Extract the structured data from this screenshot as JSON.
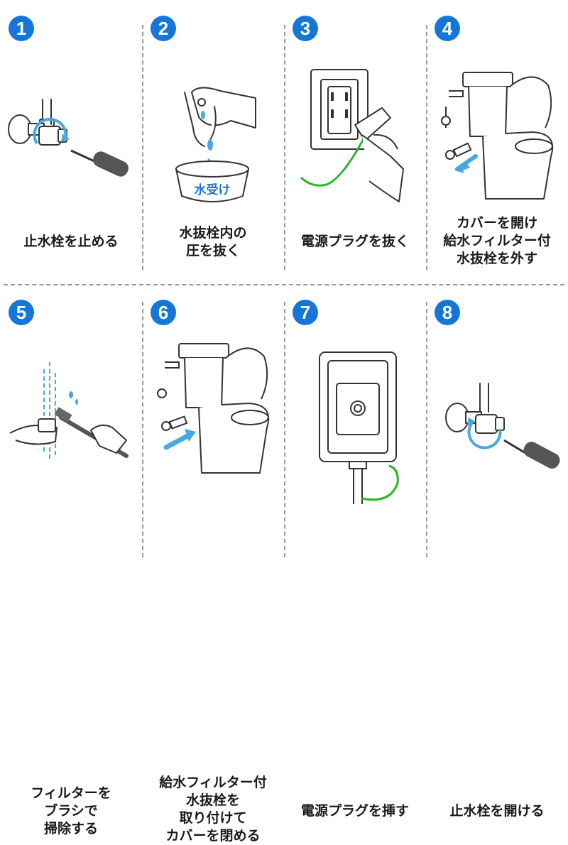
{
  "colors": {
    "accent": "#1576d8",
    "water": "#4aa8e0",
    "wire": "#2bb52b",
    "line": "#333333"
  },
  "steps": [
    {
      "number": "1",
      "caption_lines": [
        "止水栓を止める"
      ]
    },
    {
      "number": "2",
      "caption_lines": [
        "水抜栓内の",
        "圧を抜く"
      ],
      "bowl_label": "水受け"
    },
    {
      "number": "3",
      "caption_lines": [
        "電源プラグを抜く"
      ]
    },
    {
      "number": "4",
      "caption_lines": [
        "カバーを開け",
        "給水フィルター付",
        "水抜栓を外す"
      ]
    },
    {
      "number": "5",
      "caption_lines": [
        "フィルターを",
        "ブラシで",
        "掃除する"
      ]
    },
    {
      "number": "6",
      "caption_lines": [
        "給水フィルター付",
        "水抜栓を",
        "取り付けて",
        "カバーを閉める"
      ]
    },
    {
      "number": "7",
      "caption_lines": [
        "電源プラグを挿す"
      ]
    },
    {
      "number": "8",
      "caption_lines": [
        "止水栓を開ける"
      ]
    }
  ]
}
